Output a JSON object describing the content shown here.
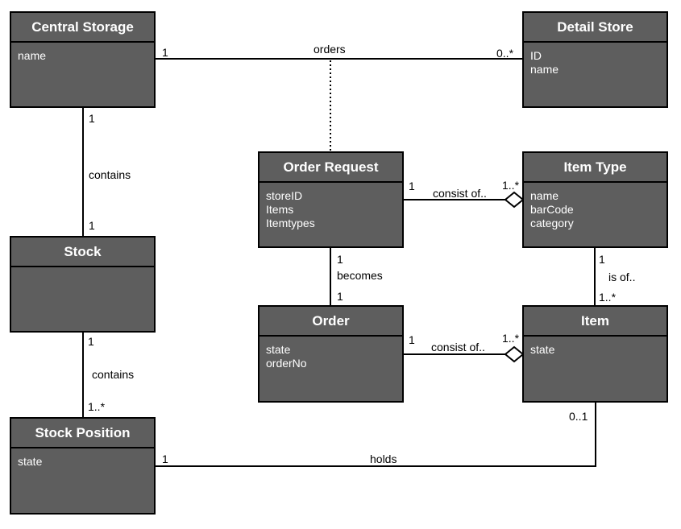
{
  "classes": {
    "central_storage": {
      "name": "Central Storage",
      "attributes": [
        "name"
      ]
    },
    "detail_store": {
      "name": "Detail Store",
      "attributes": [
        "ID",
        "name"
      ]
    },
    "order_request": {
      "name": "Order Request",
      "attributes": [
        "storeID",
        "Items",
        "Itemtypes"
      ]
    },
    "item_type": {
      "name": "Item Type",
      "attributes": [
        "name",
        "barCode",
        "category"
      ]
    },
    "stock": {
      "name": "Stock",
      "attributes": []
    },
    "order": {
      "name": "Order",
      "attributes": [
        "state",
        "orderNo"
      ]
    },
    "item": {
      "name": "Item",
      "attributes": [
        "state"
      ]
    },
    "stock_position": {
      "name": "Stock Position",
      "attributes": [
        "state"
      ]
    }
  },
  "associations": {
    "orders": {
      "label": "orders",
      "from_mult": "1",
      "to_mult": "0..*"
    },
    "contains_stock": {
      "label": "contains",
      "from_mult": "1",
      "to_mult": "1"
    },
    "consist_request": {
      "label": "consist of..",
      "from_mult": "1",
      "to_mult": "1..*"
    },
    "is_of": {
      "label": "is of..",
      "from_mult": "1",
      "to_mult": "1..*"
    },
    "becomes": {
      "label": "becomes",
      "from_mult": "1",
      "to_mult": "1"
    },
    "consist_order": {
      "label": "consist of..",
      "from_mult": "1",
      "to_mult": "1..*"
    },
    "contains_position": {
      "label": "contains",
      "from_mult": "1",
      "to_mult": "1..*"
    },
    "holds": {
      "label": "holds",
      "from_mult": "1",
      "to_mult": "0..1"
    }
  }
}
